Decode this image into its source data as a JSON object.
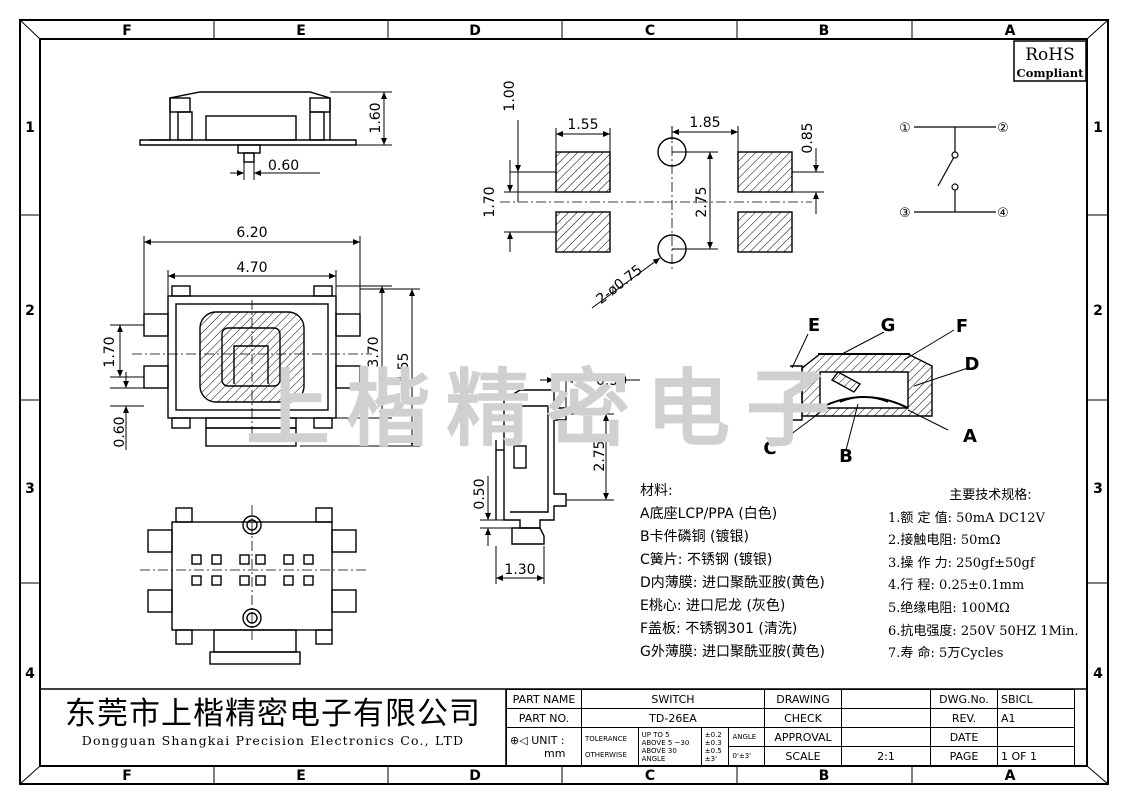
{
  "border": {
    "columns": [
      "F",
      "E",
      "D",
      "C",
      "B",
      "A"
    ],
    "rows": [
      "1",
      "2",
      "3",
      "4"
    ]
  },
  "rohs": {
    "title": "RoHS",
    "subtitle": "Compliant"
  },
  "watermark": "上楷精密电子",
  "dimensions": {
    "side_height": "1.60",
    "side_pin": "0.60",
    "top_width": "6.20",
    "top_inner_width": "4.70",
    "top_height_inner": "3.70",
    "top_height": "4.55",
    "top_pin_pitch": "1.70",
    "top_pin_width": "0.60",
    "pad_width": "1.55",
    "pad_offset": "1.00",
    "pad_pitch_h": "1.85",
    "pad_height": "0.85",
    "pad_pitch_v": "1.70",
    "hole_pitch": "2.75",
    "hole_dia": "2-ø0.75",
    "side2_offset": "0.50",
    "side2_height": "2.75",
    "side2_bottom": "0.50",
    "side2_width": "1.30"
  },
  "circuit": {
    "p1": "①",
    "p2": "②",
    "p3": "③",
    "p4": "④"
  },
  "section_labels": [
    "E",
    "G",
    "F",
    "D",
    "C",
    "B",
    "A"
  ],
  "materials": {
    "title": "材料:",
    "items": [
      "A底座LCP/PPA (白色)",
      "B卡件磷铜 (镀银)",
      "C簧片: 不锈钢 (镀银)",
      "D内薄膜: 进口聚酰亚胺(黄色)",
      "E桃心: 进口尼龙 (灰色)",
      "F盖板: 不锈钢301 (清洗)",
      "G外薄膜: 进口聚酰亚胺(黄色)"
    ]
  },
  "specs": {
    "title": "主要技术规格:",
    "items": [
      "1.额 定 值: 50mA DC12V",
      "2.接触电阻: 50mΩ",
      "3.操 作 力: 250gf±50gf",
      "4.行    程: 0.25±0.1mm",
      "5.绝缘电阻: 100MΩ",
      "6.抗电强度: 250V 50HZ 1Min.",
      "7.寿    命: 5万Cycles"
    ]
  },
  "company": {
    "name_cn": "东莞市上楷精密电子有限公司",
    "name_en": "Dongguan Shangkai Precision Electronics Co., LTD"
  },
  "titleblock": {
    "part_name_label": "PART NAME",
    "part_name": "SWITCH",
    "drawing_label": "DRAWING",
    "dwg_no_label": "DWG.No.",
    "dwg_no": "SBICL",
    "part_no_label": "PART NO.",
    "part_no": "TD-26EA",
    "check_label": "CHECK",
    "rev_label": "REV.",
    "rev": "A1",
    "unit_label": "UNIT :",
    "unit": "mm",
    "tolerance_label": "TOLERANCE",
    "otherwise_label": "OTHERWISE",
    "tol_1_range": "UP TO 5",
    "tol_1": "±0.2",
    "tol_2_range": "ABOVE 5 ~30",
    "tol_2": "±0.3",
    "tol_3_range": "ABOVE 30",
    "tol_3": "±0.5",
    "angle_range": "ANGLE",
    "angle_tol": "±3'",
    "angle_label": "ANGLE",
    "angle_value": "0'±3'",
    "approval_label": "APPROVAL",
    "date_label": "DATE",
    "scale_label": "SCALE",
    "scale": "2:1",
    "page_label": "PAGE",
    "page": "1 OF 1"
  }
}
